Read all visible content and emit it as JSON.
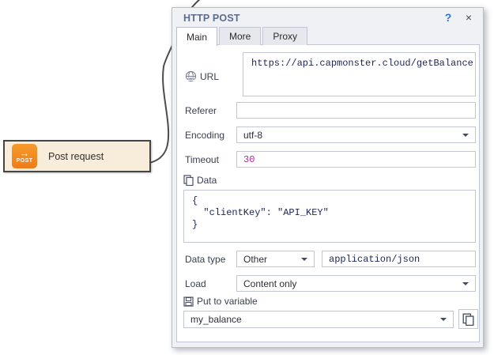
{
  "node": {
    "label": "Post request",
    "icon_arrow": "→",
    "icon_word": "POST"
  },
  "dialog": {
    "title": "HTTP POST",
    "help_label": "?",
    "close_label": "×",
    "tabs": [
      {
        "label": "Main"
      },
      {
        "label": "More"
      },
      {
        "label": "Proxy"
      }
    ],
    "fields": {
      "url": {
        "label": "URL",
        "value": "https://api.capmonster.cloud/getBalance"
      },
      "referer": {
        "label": "Referer",
        "value": ""
      },
      "encoding": {
        "label": "Encoding",
        "value": "utf-8"
      },
      "timeout": {
        "label": "Timeout",
        "value": "30"
      },
      "data": {
        "label": "Data",
        "value": "{\n  \"clientKey\": \"API_KEY\"\n}"
      },
      "data_type": {
        "label": "Data type",
        "value": "Other",
        "content_type": "application/json"
      },
      "load": {
        "label": "Load",
        "value": "Content only"
      },
      "variable": {
        "label": "Put to variable",
        "value": "my_balance"
      }
    },
    "colors": {
      "accent_orange": "#f0861f",
      "title_text": "#5d6c8e",
      "help_blue": "#2f6fe0",
      "mono_text": "#20285a",
      "timeout_text": "#b22ba0"
    }
  }
}
